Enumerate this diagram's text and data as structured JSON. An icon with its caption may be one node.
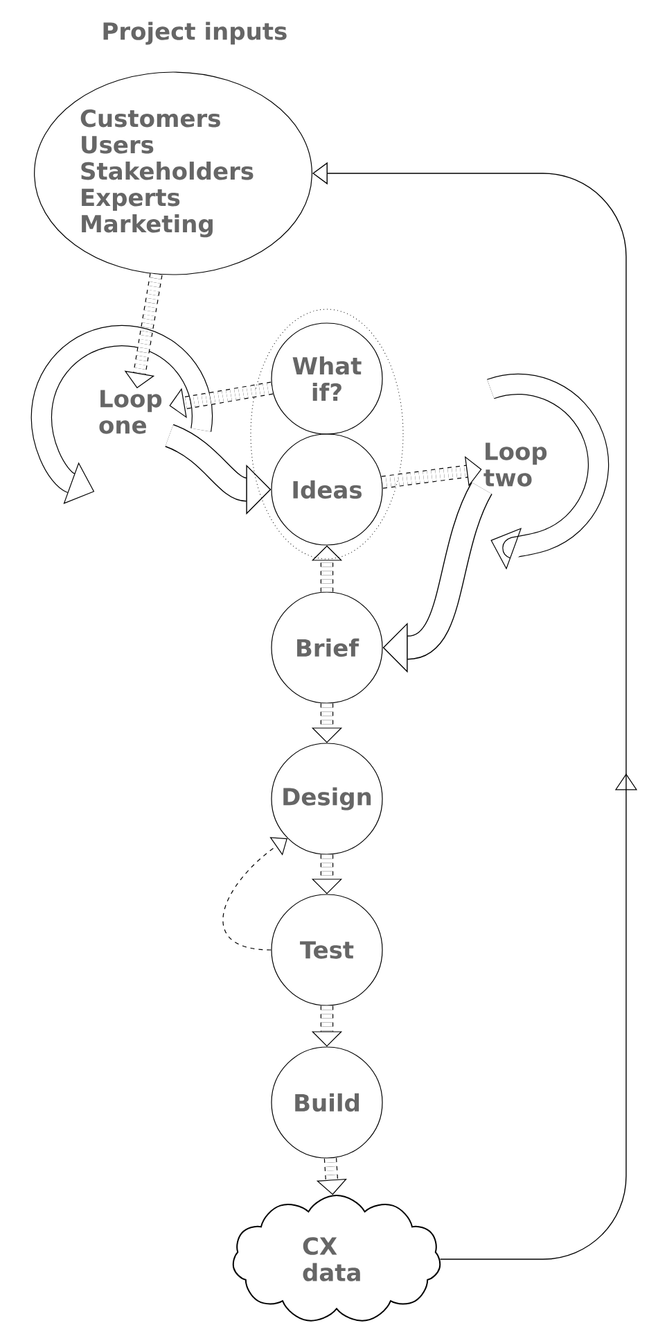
{
  "diagram": {
    "title": "Project inputs",
    "nodes": [
      {
        "text": [
          "Customers Users Stakeholders Experts Marketing"
        ]
      },
      {
        "text": [],
        "shape": "ellipse"
      },
      {
        "text": [
          "What if?"
        ],
        "in": 1
      },
      {
        "text": [
          "Ideas"
        ],
        "in": 1
      },
      {
        "text": [
          "Loop one"
        ]
      },
      {
        "text": [
          "Loop two"
        ]
      },
      {
        "text": [
          "Brief"
        ]
      },
      {
        "text": [
          "Design"
        ]
      },
      {
        "text": [
          "Test"
        ]
      },
      {
        "text": [
          "Build"
        ]
      },
      {
        "text": [
          "CX data"
        ]
      }
    ],
    "edges": [
      {
        "from": 0,
        "to": 4,
        "arrow": "to",
        "style": "dashed"
      },
      {
        "from": 2,
        "to": 4,
        "arrow": "to",
        "style": "dashed"
      },
      {
        "from": 4,
        "to": 3,
        "arrow": "to",
        "style": "thick"
      },
      {
        "from": 3,
        "to": 5,
        "arrow": "to",
        "style": "dashed"
      },
      {
        "from": 5,
        "to": 6,
        "arrow": "to",
        "style": "thick"
      },
      {
        "from": 6,
        "to": 3,
        "arrow": "to",
        "style": "dashed"
      },
      {
        "from": 6,
        "to": 7,
        "arrow": "to",
        "style": "dashed"
      },
      {
        "from": 7,
        "to": 8,
        "arrow": "to",
        "style": "dashed"
      },
      {
        "from": 8,
        "to": 7,
        "arrow": "to",
        "style": "dashed"
      },
      {
        "from": 8,
        "to": 9,
        "arrow": "to",
        "style": "dashed"
      },
      {
        "from": 9,
        "to": 10,
        "arrow": "to",
        "style": "dashed"
      },
      {
        "from": 10,
        "to": 0,
        "arrow": "to"
      }
    ]
  }
}
